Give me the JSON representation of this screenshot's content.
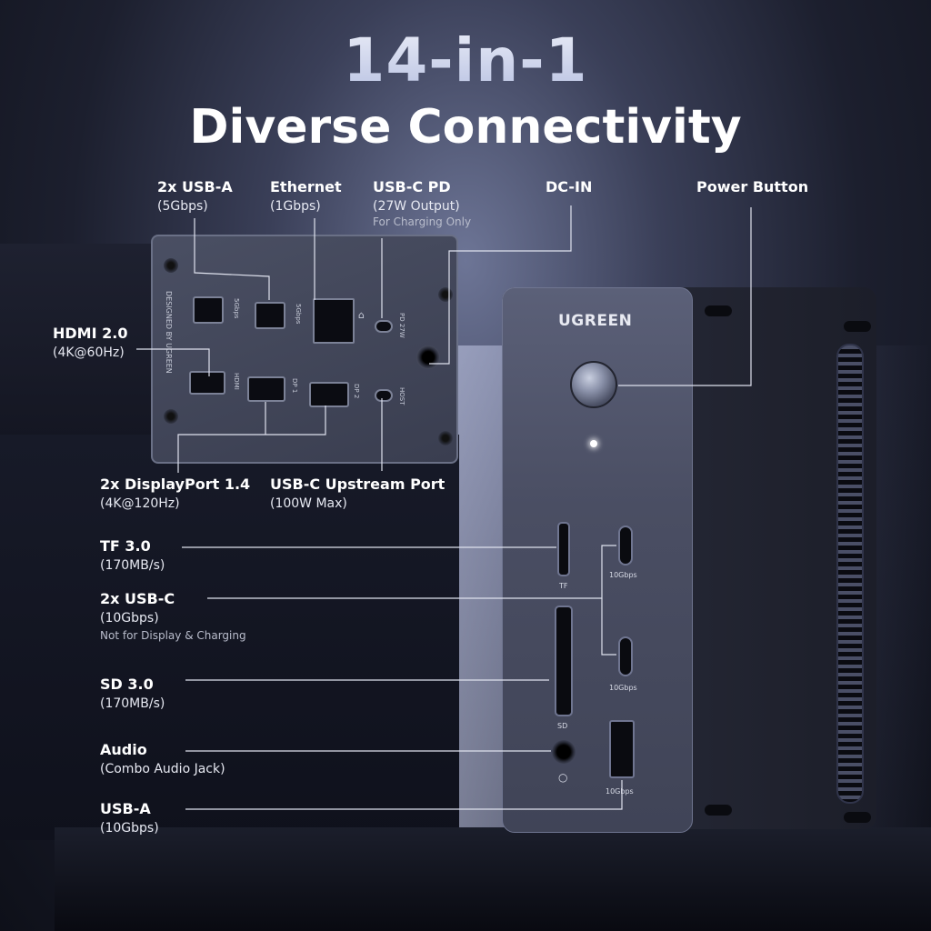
{
  "headline": {
    "count": "14-in-1",
    "tagline": "Diverse Connectivity"
  },
  "device": {
    "brand": "UGREEN",
    "back_brand_text": "DESIGNED BY UGREEN",
    "port_marks": {
      "usba1": "5Gbps",
      "usba2": "5Gbps",
      "pd": "PD 27W",
      "hdmi": "HDMI",
      "dp1": "DP 1",
      "dp2": "DP 2",
      "host": "HOST",
      "tf": "TF",
      "sd": "SD",
      "usbc_top": "10Gbps",
      "usbc_bottom": "10Gbps",
      "usba_front": "10Gbps"
    }
  },
  "labels": {
    "usb_a_back": {
      "title": "2x USB-A",
      "sub": "(5Gbps)"
    },
    "ethernet": {
      "title": "Ethernet",
      "sub": "(1Gbps)"
    },
    "usb_c_pd": {
      "title": "USB-C PD",
      "sub": "(27W Output)",
      "note": "For Charging Only"
    },
    "dc_in": {
      "title": "DC-IN"
    },
    "power_button": {
      "title": "Power Button"
    },
    "hdmi": {
      "title": "HDMI 2.0",
      "sub": "(4K@60Hz)"
    },
    "displayport": {
      "title": "2x DisplayPort 1.4",
      "sub": "(4K@120Hz)"
    },
    "usb_c_upstream": {
      "title": "USB-C Upstream Port",
      "sub": "(100W Max)"
    },
    "tf": {
      "title": "TF 3.0",
      "sub": "(170MB/s)"
    },
    "usb_c_front": {
      "title": "2x USB-C",
      "sub": "(10Gbps)",
      "note": "Not for Display & Charging"
    },
    "sd": {
      "title": "SD 3.0",
      "sub": "(170MB/s)"
    },
    "audio": {
      "title": "Audio",
      "sub": "(Combo Audio Jack)"
    },
    "usb_a_front": {
      "title": "USB-A",
      "sub": "(10Gbps)"
    }
  }
}
